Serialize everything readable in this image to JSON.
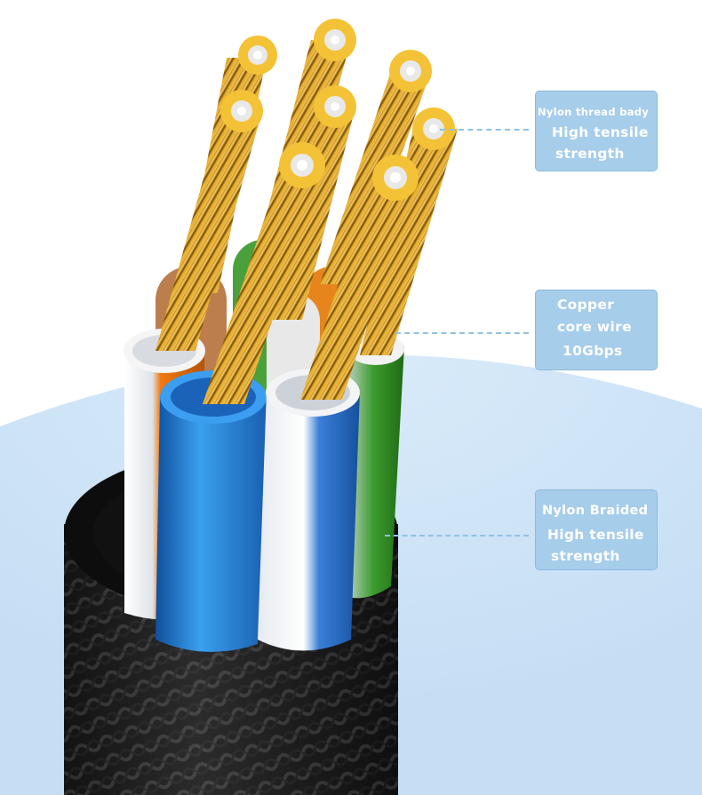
{
  "callouts": [
    {
      "lines": [
        "Nylon thread bady",
        "High tensile",
        "strength"
      ]
    },
    {
      "lines": [
        "Copper",
        "core wire",
        "10Gbps"
      ]
    },
    {
      "lines": [
        "Nylon Braided",
        "High tensile",
        "strength"
      ]
    }
  ],
  "colors": {
    "callout_bg": "#a6cdea",
    "background_arc": "#cfe4f7",
    "copper": "#d99a1c",
    "jacket": "#1c1c1c"
  },
  "wires": [
    {
      "name": "orange-white",
      "color": "#f07a12"
    },
    {
      "name": "blue",
      "color": "#2f8fe0"
    },
    {
      "name": "blue-white",
      "color": "#3a7fd8"
    },
    {
      "name": "green-white",
      "color": "#3c9b2e"
    },
    {
      "name": "orange",
      "color": "#e8841c"
    },
    {
      "name": "green",
      "color": "#4aa03a"
    },
    {
      "name": "brown-white",
      "color": "#b5703a"
    },
    {
      "name": "brown",
      "color": "#9a5a2a"
    }
  ]
}
